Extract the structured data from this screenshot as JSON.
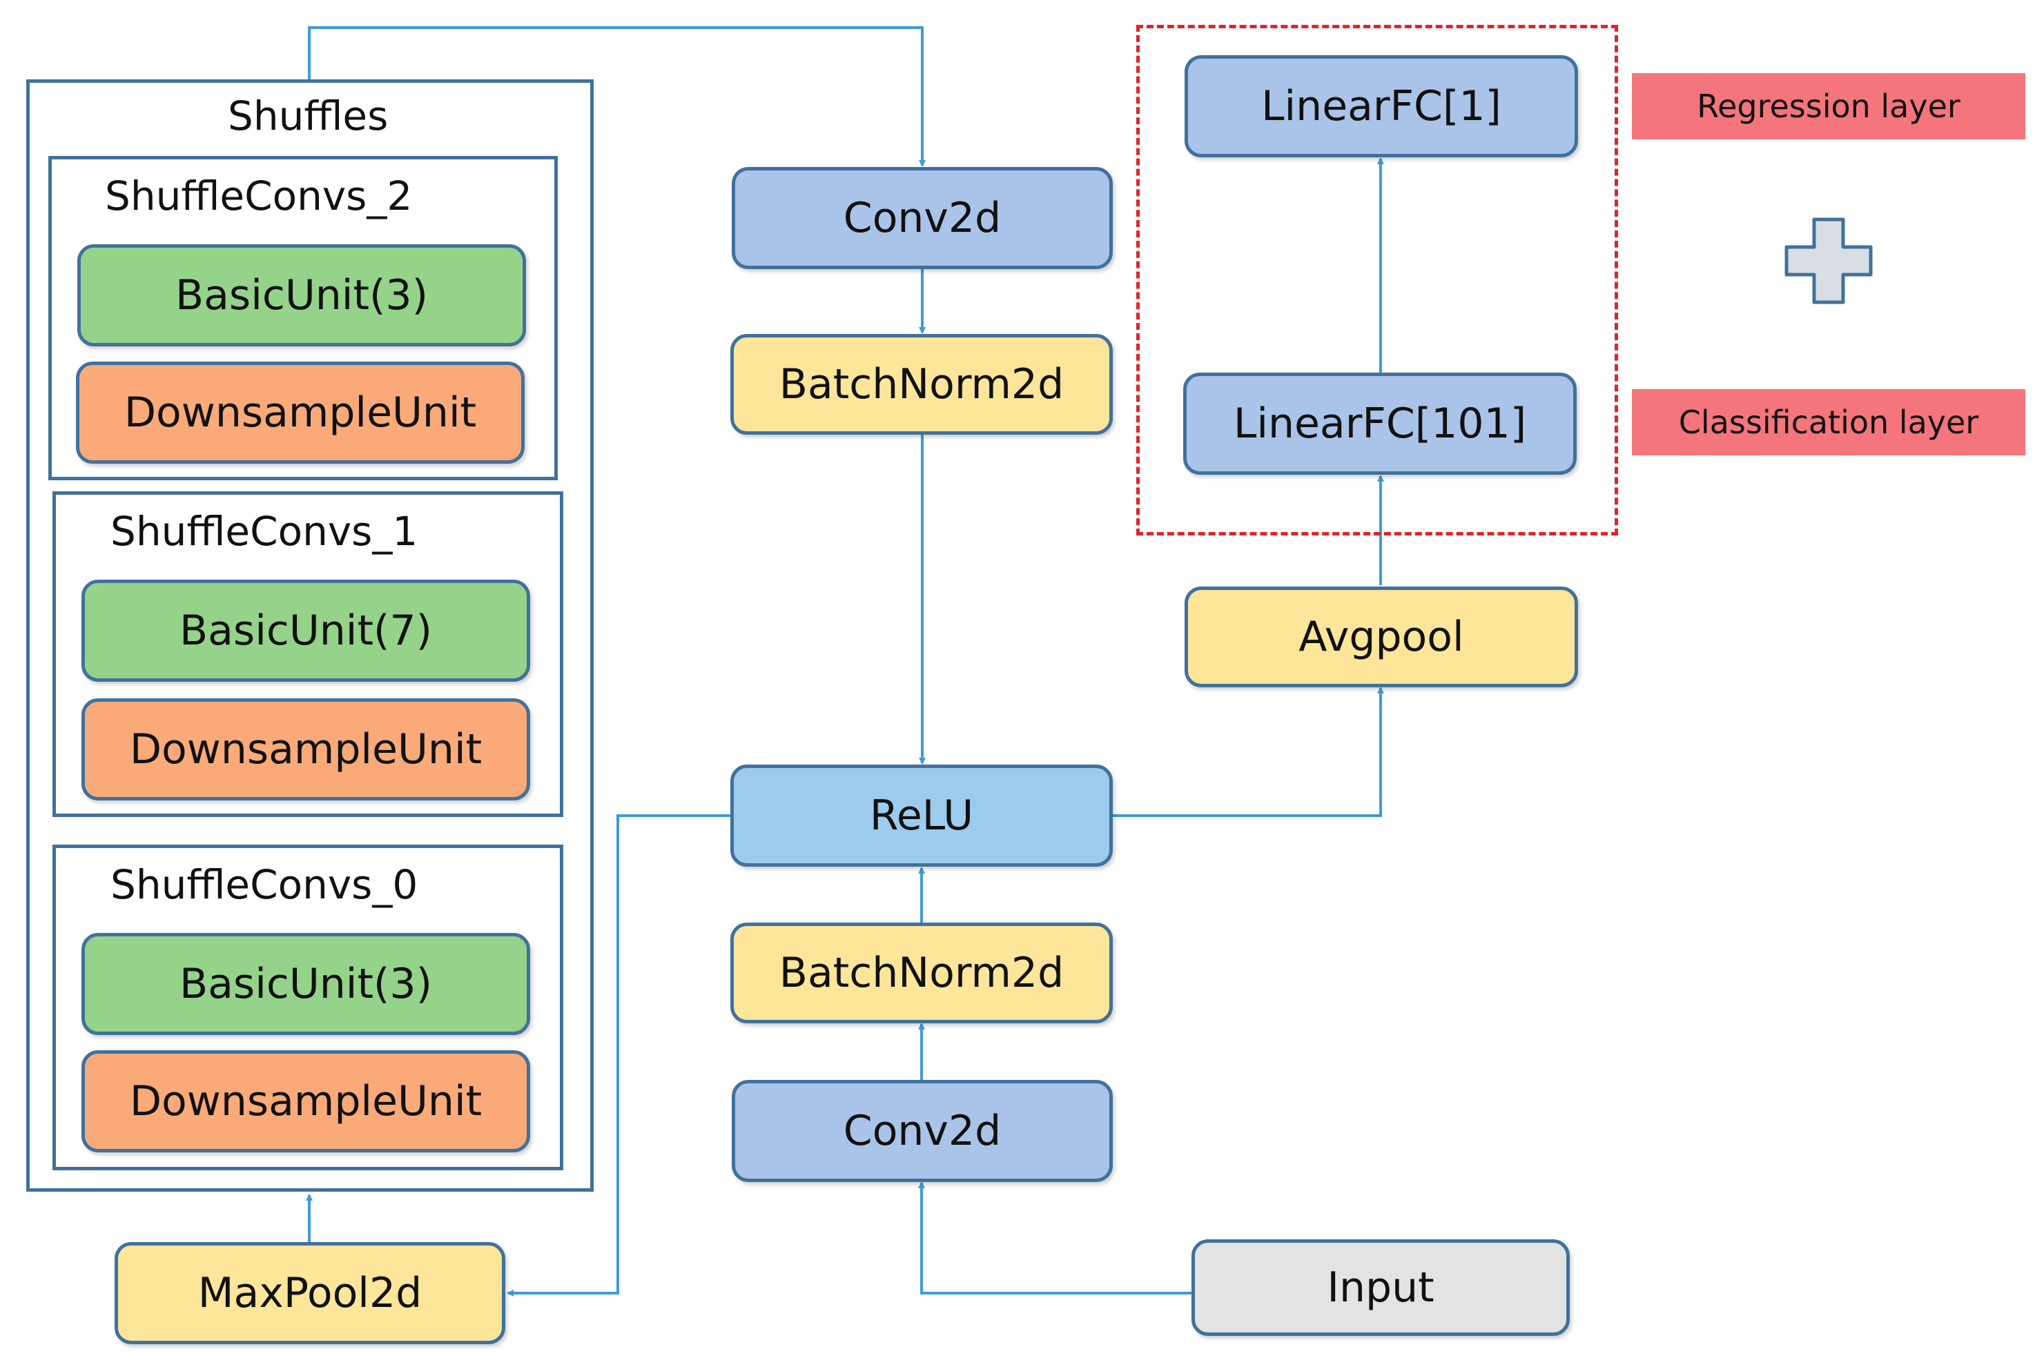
{
  "shuffles": {
    "title": "Shuffles",
    "groups": [
      {
        "title": "ShuffleConvs_2",
        "basic": "BasicUnit(3)",
        "down": "DownsampleUnit"
      },
      {
        "title": "ShuffleConvs_1",
        "basic": "BasicUnit(7)",
        "down": "DownsampleUnit"
      },
      {
        "title": "ShuffleConvs_0",
        "basic": "BasicUnit(3)",
        "down": "DownsampleUnit"
      }
    ]
  },
  "maxpool": "MaxPool2d",
  "center": {
    "conv_top": "Conv2d",
    "bn_top": "BatchNorm2d",
    "relu": "ReLU",
    "bn_bottom": "BatchNorm2d",
    "conv_bottom": "Conv2d"
  },
  "input": "Input",
  "head": {
    "fc_out": "LinearFC[1]",
    "fc_mid": "LinearFC[101]",
    "avgpool": "Avgpool",
    "regression_tag": "Regression layer",
    "classification_tag": "Classification layer"
  },
  "colors": {
    "blue": "#a9c4e8",
    "light_blue": "#9ccbee",
    "yellow": "#fde59a",
    "green": "#95d38a",
    "orange": "#f9aa78",
    "gray": "#e3e3e3",
    "border": "#41719c",
    "connector": "#3e9bd6",
    "dashed_red": "#e0242a",
    "tag_red": "#f4757b"
  }
}
